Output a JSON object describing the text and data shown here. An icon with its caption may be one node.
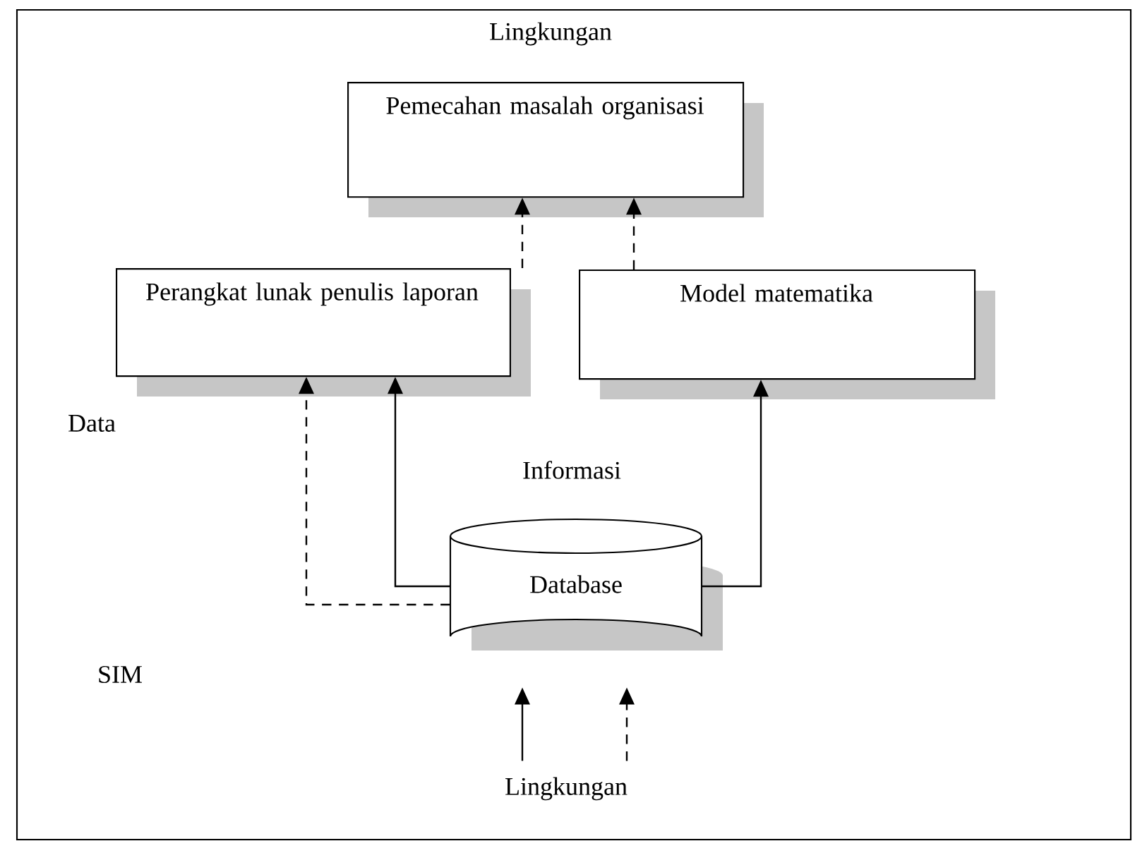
{
  "diagram": {
    "nodes": [
      {
        "text": [
          "Pemecahan masalah organisasi"
        ]
      },
      {
        "text": [
          "Perangkat lunak penulis laporan"
        ]
      },
      {
        "text": [
          "Model matematika"
        ]
      },
      {
        "text": [
          "Database"
        ]
      },
      {
        "text": [
          "Lingkungan"
        ]
      }
    ],
    "edges": [
      {
        "from": 1,
        "to": 0,
        "arrow": "to",
        "style": "dashed"
      },
      {
        "from": 2,
        "to": 0,
        "arrow": "to",
        "style": "dashed"
      },
      {
        "from": 3,
        "to": 1,
        "arrow": "to",
        "style": "dashed"
      },
      {
        "from": 3,
        "to": 1,
        "arrow": "to"
      },
      {
        "from": 3,
        "to": 2,
        "arrow": "to"
      },
      {
        "from": 4,
        "to": 3,
        "arrow": "to"
      },
      {
        "from": 4,
        "to": 3,
        "arrow": "to",
        "style": "dashed"
      }
    ],
    "labels": [
      "Lingkungan",
      "Data",
      "Informasi",
      "SIM"
    ]
  }
}
